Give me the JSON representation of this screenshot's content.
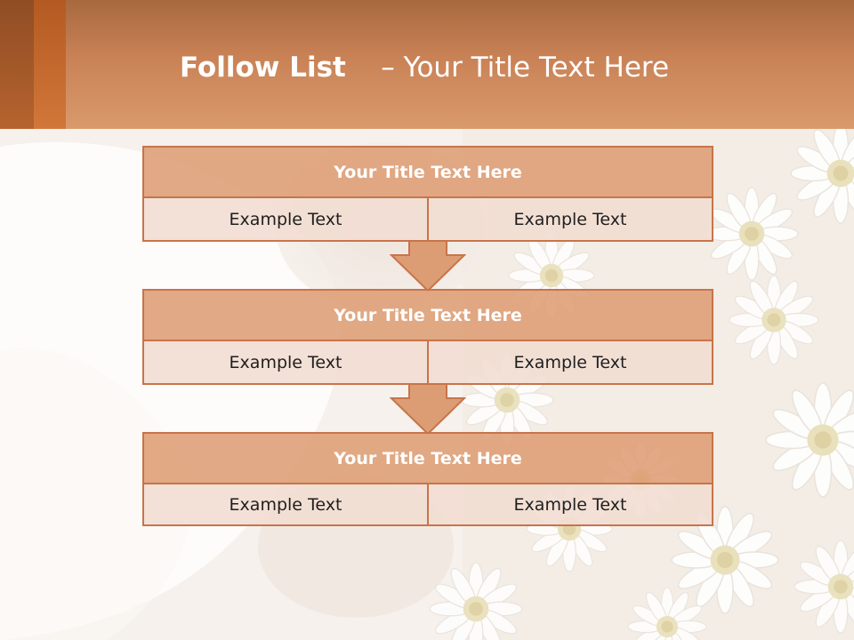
{
  "slide": {
    "title_bold": "Follow List",
    "title_rest": "– Your Title Text Here"
  },
  "blocks": [
    {
      "title": "Your Title Text Here",
      "left": "Example Text",
      "right": "Example Text"
    },
    {
      "title": "Your Title Text Here",
      "left": "Example Text",
      "right": "Example Text"
    },
    {
      "title": "Your Title Text Here",
      "left": "Example Text",
      "right": "Example Text"
    }
  ],
  "colors": {
    "header": "#c98256",
    "title_fill": "#dd9d74",
    "cell_fill": "#f2ddd2",
    "border": "#c8744a"
  }
}
